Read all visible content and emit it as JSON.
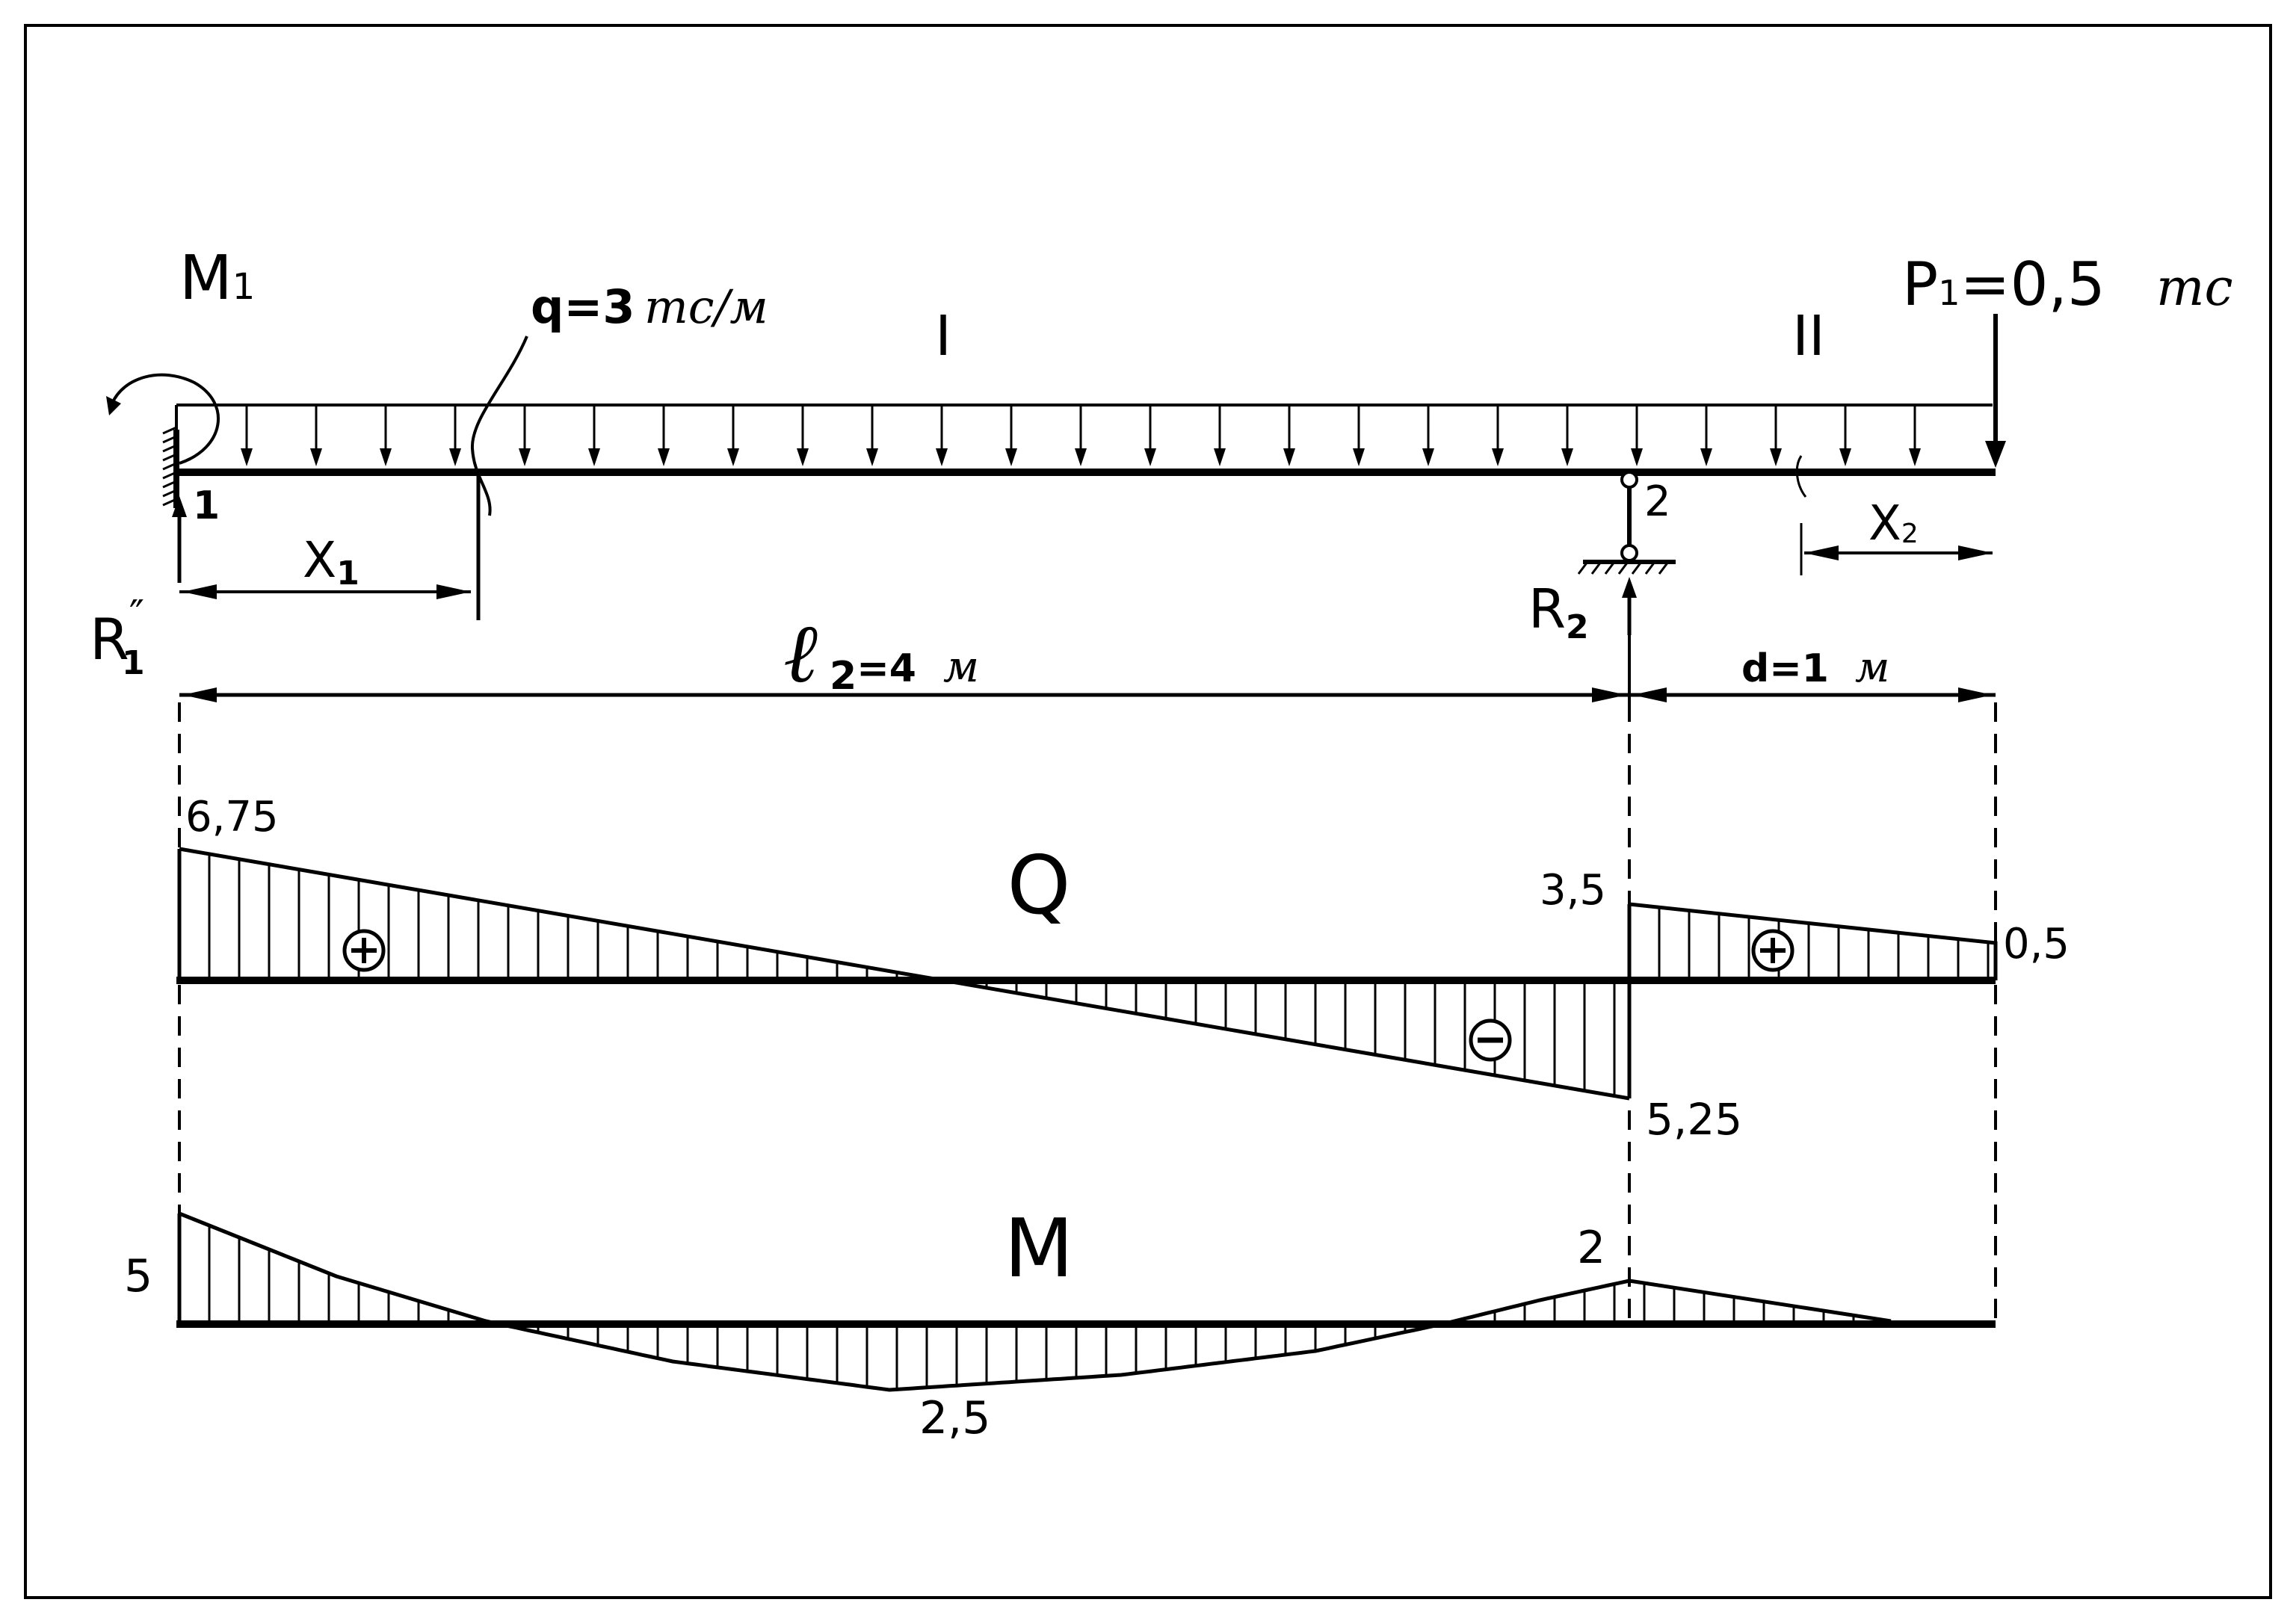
{
  "diagram": {
    "section_labels": {
      "one": "I",
      "two": "II"
    },
    "moment": {
      "symbol": "M",
      "subscript": "1"
    },
    "load": {
      "text": "q=3",
      "unit": "тс/м"
    },
    "force": {
      "text": "P",
      "subscript": "1",
      "value": "=0,5",
      "unit": "тс"
    },
    "support1_label": "1",
    "support2_label": "2",
    "reaction1": {
      "symbol": "R",
      "prime": "″",
      "subscript": "1"
    },
    "reaction2": {
      "symbol": "R",
      "subscript": "2"
    },
    "x1": {
      "symbol": "X",
      "subscript": "1"
    },
    "x2": {
      "symbol": "X",
      "subscript": "2"
    },
    "span_l": {
      "symbol": "ℓ",
      "subscript": "2",
      "value": "=4",
      "unit": "м"
    },
    "span_d": {
      "text": "d=1",
      "unit": "м"
    }
  },
  "shear_diagram": {
    "title": "Q",
    "values": {
      "left": "6,75",
      "support_right": "3,5",
      "support_left": "5,25",
      "end": "0,5"
    },
    "signs": {
      "positive": "+",
      "negative": "−"
    }
  },
  "moment_diagram": {
    "title": "M",
    "values": {
      "left": "5",
      "support": "2",
      "span_min": "2,5"
    }
  }
}
